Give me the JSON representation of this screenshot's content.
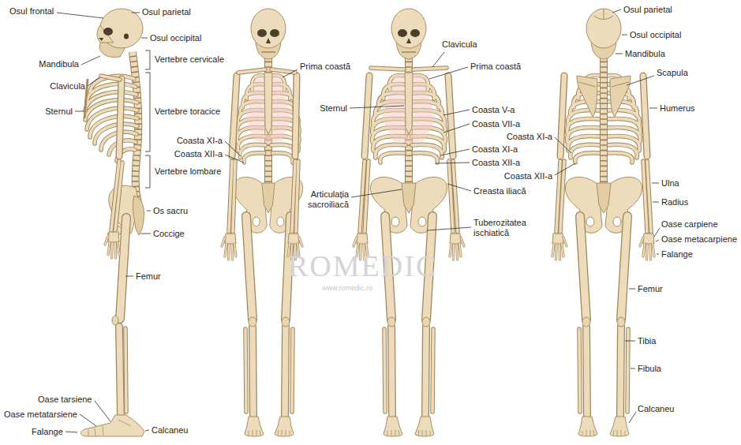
{
  "diagram": {
    "labels": [
      "Osul frontal",
      "Osul parietal",
      "Osul occipital",
      "Mandibula",
      "Vertebre cervicale",
      "Clavicula",
      "Sternul",
      "Vertebre toracice",
      "Vertebre lombare",
      "Os sacru",
      "Coccige",
      "Femur",
      "Oase tarsiene",
      "Oase metatarsiene",
      "Falange",
      "Calcaneu",
      "Prima coastă",
      "Coasta XI-a",
      "Coasta XII-a",
      "Clavicula",
      "Prima coastă",
      "Sternul",
      "Coasta V-a",
      "Coasta VII-a",
      "Coasta XI-a",
      "Coasta XII-a",
      "Articulația sacroiliacă",
      "Creasta iliacă",
      "Tuberozitatea ischiatică",
      "Osul parietal",
      "Osul occipital",
      "Mandibula",
      "Scapula",
      "Humerus",
      "Coasta XI-a",
      "Coasta XII-a",
      "Ulna",
      "Radius",
      "Oase carpiene",
      "Oase metacarpiene",
      "Falange",
      "Femur",
      "Tibia",
      "Fibula",
      "Calcaneu",
      "ROMEDIC",
      "www.romedic.ro"
    ]
  }
}
